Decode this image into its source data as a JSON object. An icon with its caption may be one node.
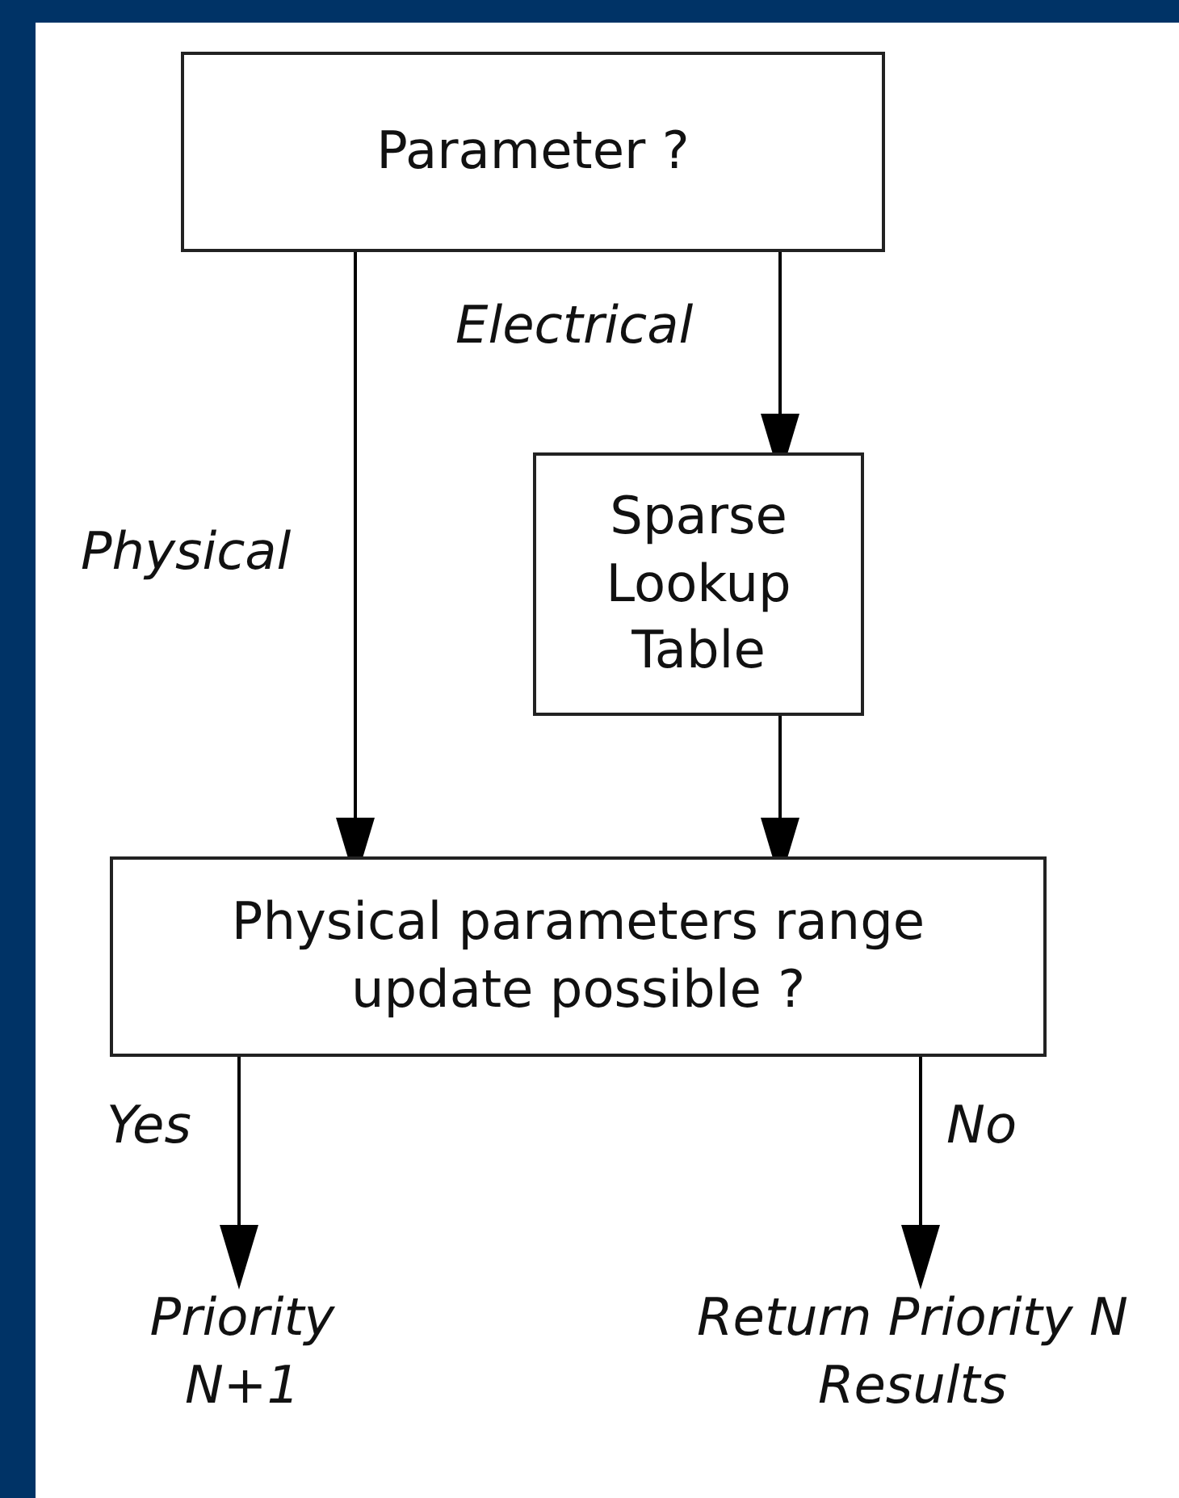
{
  "diagram": {
    "nodes": [
      {
        "text": [
          "Parameter ?"
        ]
      },
      {
        "text": [
          "Sparse Lookup Table"
        ]
      },
      {
        "text": [
          "Physical parameters range update possible ?"
        ]
      },
      {
        "text": [
          "Priority N+1"
        ]
      },
      {
        "text": [
          "Return Priority N Results"
        ]
      }
    ],
    "edges": [
      {
        "from": 0,
        "to": 2,
        "arrow": "to",
        "label": "Physical"
      },
      {
        "from": 0,
        "to": 1,
        "arrow": "to",
        "label": "Electrical"
      },
      {
        "from": 1,
        "to": 2,
        "arrow": "to"
      },
      {
        "from": 2,
        "to": 3,
        "arrow": "to",
        "label": "Yes"
      },
      {
        "from": 2,
        "to": 4,
        "arrow": "to",
        "label": "No"
      }
    ]
  }
}
